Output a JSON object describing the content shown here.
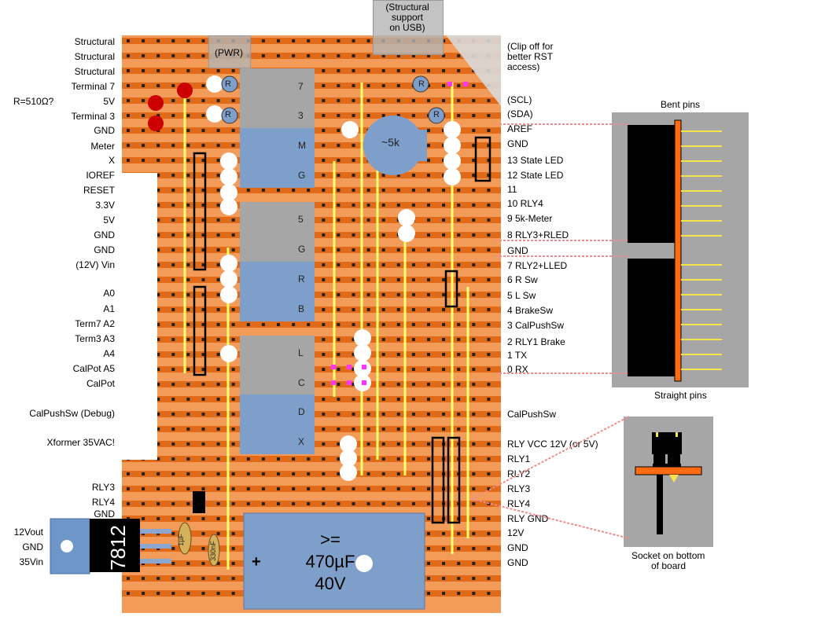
{
  "top_notes": {
    "structural_usb": [
      "(Structural",
      "support",
      "on USB)"
    ],
    "pwr": "(PWR)",
    "clip": [
      "(Clip off for",
      "better RST",
      "access)"
    ]
  },
  "left_labels": [
    "Structural",
    "Structural",
    "Structural",
    "Terminal 7",
    "5V",
    "Terminal 3",
    "GND",
    "Meter",
    "X",
    "IOREF",
    "RESET",
    "3.3V",
    "5V",
    "GND",
    "GND",
    "(12V) Vin",
    "A0",
    "A1",
    "Term7 A2",
    "Term3 A3",
    "A4",
    "CalPot A5",
    "CalPot",
    "CalPushSw (Debug)",
    "Xformer 35VAC!",
    "RLY3",
    "RLY4",
    "GND"
  ],
  "resistor_note": "R=510Ω?",
  "regulator": {
    "label": "7812",
    "pins": [
      "12Vout",
      "GND",
      "35Vin"
    ]
  },
  "right_labels": [
    "(SCL)",
    "(SDA)",
    "AREF",
    "GND",
    "13 State LED",
    "12 State LED",
    "11",
    "10 RLY4",
    "9 5k-Meter",
    "8 RLY3+RLED",
    "GND",
    "7 RLY2+LLED",
    "6 R Sw",
    "5 L Sw",
    "4 BrakeSw",
    "3 CalPushSw",
    "2 RLY1 Brake",
    "1 TX",
    "0 RX",
    "CalPushSw",
    "RLY VCC 12V (or 5V)",
    "RLY1",
    "RLY2",
    "RLY3",
    "RLY4",
    "RLY GND",
    "12V",
    "GND",
    "GND"
  ],
  "connectors": [
    "7",
    "3",
    "M",
    "G",
    "5",
    "G",
    "R",
    "B",
    "L",
    "C",
    "D",
    "X"
  ],
  "pot": "~5k",
  "resistor_letter": "R",
  "capacitor": {
    "plus": "+",
    "lines": [
      ">=",
      "470µF",
      "40V"
    ]
  },
  "small_caps": [
    "1µF",
    "330nF"
  ],
  "side_views": {
    "bent": "Bent pins",
    "straight": "Straight pins",
    "socket": [
      "Socket on bottom",
      "of board"
    ]
  }
}
